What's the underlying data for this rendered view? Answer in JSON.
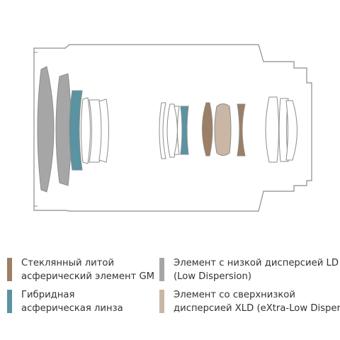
{
  "colors": {
    "outline": "#8c8c8c",
    "gm": "#9c7f64",
    "ld": "#a6a6a6",
    "hybrid": "#5a93a2",
    "xld": "#c9b6a4"
  },
  "legend": {
    "gm": {
      "line1": "Стеклянный литой",
      "line2": "асферический элемент GM",
      "color": "#9c7f64"
    },
    "ld": {
      "line1": "Элемент с низкой дисперсией LD",
      "line2": "(Low Dispersion)",
      "color": "#a6a6a6"
    },
    "hybrid": {
      "line1": "Гибридная",
      "line2": "асферическая линза",
      "color": "#5a93a2"
    },
    "xld": {
      "line1": "Элемент со сверхнизкой",
      "line2": "дисперсией XLD (eXtra-Low Dispers",
      "color": "#c9b6a4"
    }
  }
}
